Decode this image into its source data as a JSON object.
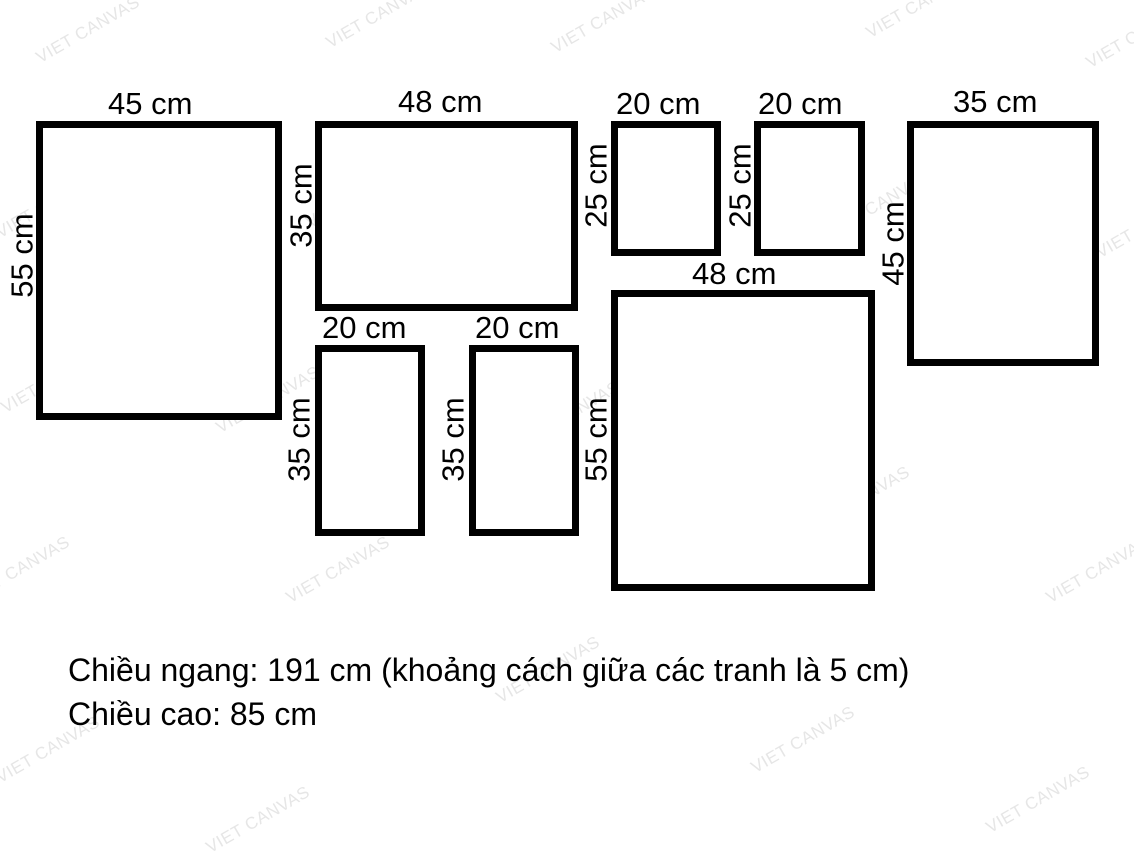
{
  "watermark": "VIET CANVAS",
  "frames": [
    {
      "id": "A",
      "width_label": "45 cm",
      "height_label": "55 cm"
    },
    {
      "id": "B",
      "width_label": "48 cm",
      "height_label": "35 cm"
    },
    {
      "id": "C",
      "width_label": "20 cm",
      "height_label": "25 cm"
    },
    {
      "id": "D",
      "width_label": "20 cm",
      "height_label": "25 cm"
    },
    {
      "id": "E",
      "width_label": "35 cm",
      "height_label": "45 cm"
    },
    {
      "id": "F",
      "width_label": "20 cm",
      "height_label": "35 cm"
    },
    {
      "id": "G",
      "width_label": "20 cm",
      "height_label": "35 cm"
    },
    {
      "id": "H",
      "width_label": "48 cm",
      "height_label": "55 cm"
    }
  ],
  "info": {
    "width_line": "Chiều ngang: 191 cm (khoảng cách giữa các tranh là 5 cm)",
    "height_line": "Chiều cao: 85 cm"
  },
  "colors": {
    "frame": "#000000",
    "background": "#ffffff",
    "watermark": "#e6e6e6"
  }
}
